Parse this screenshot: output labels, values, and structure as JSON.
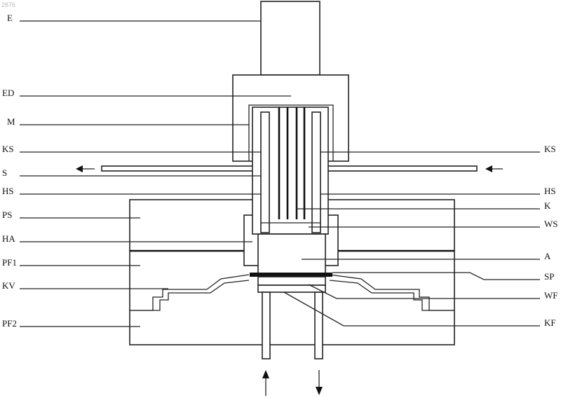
{
  "figure_code": "2876",
  "labels": {
    "E": "E",
    "ED": "ED",
    "M": "M",
    "KS_left": "KS",
    "S": "S",
    "HS_left": "HS",
    "PS": "PS",
    "HA": "HA",
    "PF1": "PF1",
    "KV": "KV",
    "PF2": "PF2",
    "KS_right": "KS",
    "HS_right": "HS",
    "K": "K",
    "WS": "WS",
    "A": "A",
    "SP": "SP",
    "WF": "WF",
    "KF": "KF"
  }
}
